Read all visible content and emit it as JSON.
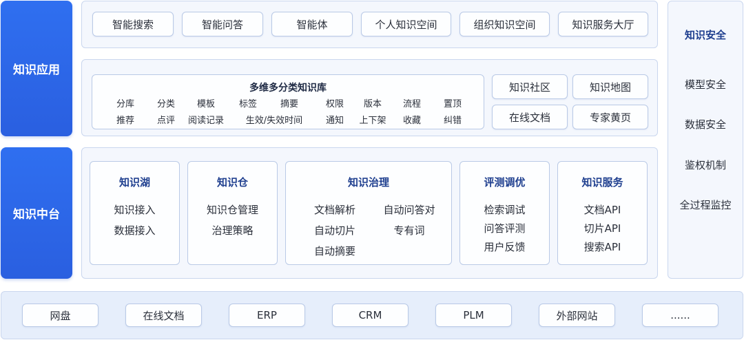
{
  "sections": {
    "app_label": "知识应用",
    "platform_label": "知识中台",
    "security_title": "知识安全"
  },
  "app_top_row": [
    "智能搜索",
    "智能问答",
    "智能体",
    "个人知识空间",
    "组织知识空间",
    "知识服务大厅"
  ],
  "library": {
    "title": "多维多分类知识库",
    "row1": [
      "分库",
      "分类",
      "模板",
      "标签",
      "摘要",
      "权限",
      "版本",
      "流程",
      "置顶"
    ],
    "row2": [
      "推荐",
      "点评",
      "阅读记录",
      "生效/失效时间",
      "通知",
      "上下架",
      "收藏",
      "纠错"
    ]
  },
  "app_side_buttons": [
    "知识社区",
    "知识地图",
    "在线文档",
    "专家黄页"
  ],
  "platform_cards": [
    {
      "title": "知识湖",
      "items": [
        "知识接入",
        "数据接入"
      ]
    },
    {
      "title": "知识仓",
      "items": [
        "知识仓管理",
        "治理策略"
      ]
    },
    {
      "title": "知识治理",
      "items": [
        "文档解析",
        "自动问答对",
        "自动切片",
        "专有词",
        "自动摘要"
      ]
    },
    {
      "title": "评测调优",
      "items": [
        "检索调试",
        "问答评测",
        "用户反馈"
      ]
    },
    {
      "title": "知识服务",
      "items": [
        "文档API",
        "切片API",
        "搜索API"
      ]
    }
  ],
  "security_items": [
    "模型安全",
    "数据安全",
    "鉴权机制",
    "全过程监控"
  ],
  "sources": [
    "网盘",
    "在线文档",
    "ERP",
    "CRM",
    "PLM",
    "外部网站",
    "......"
  ]
}
